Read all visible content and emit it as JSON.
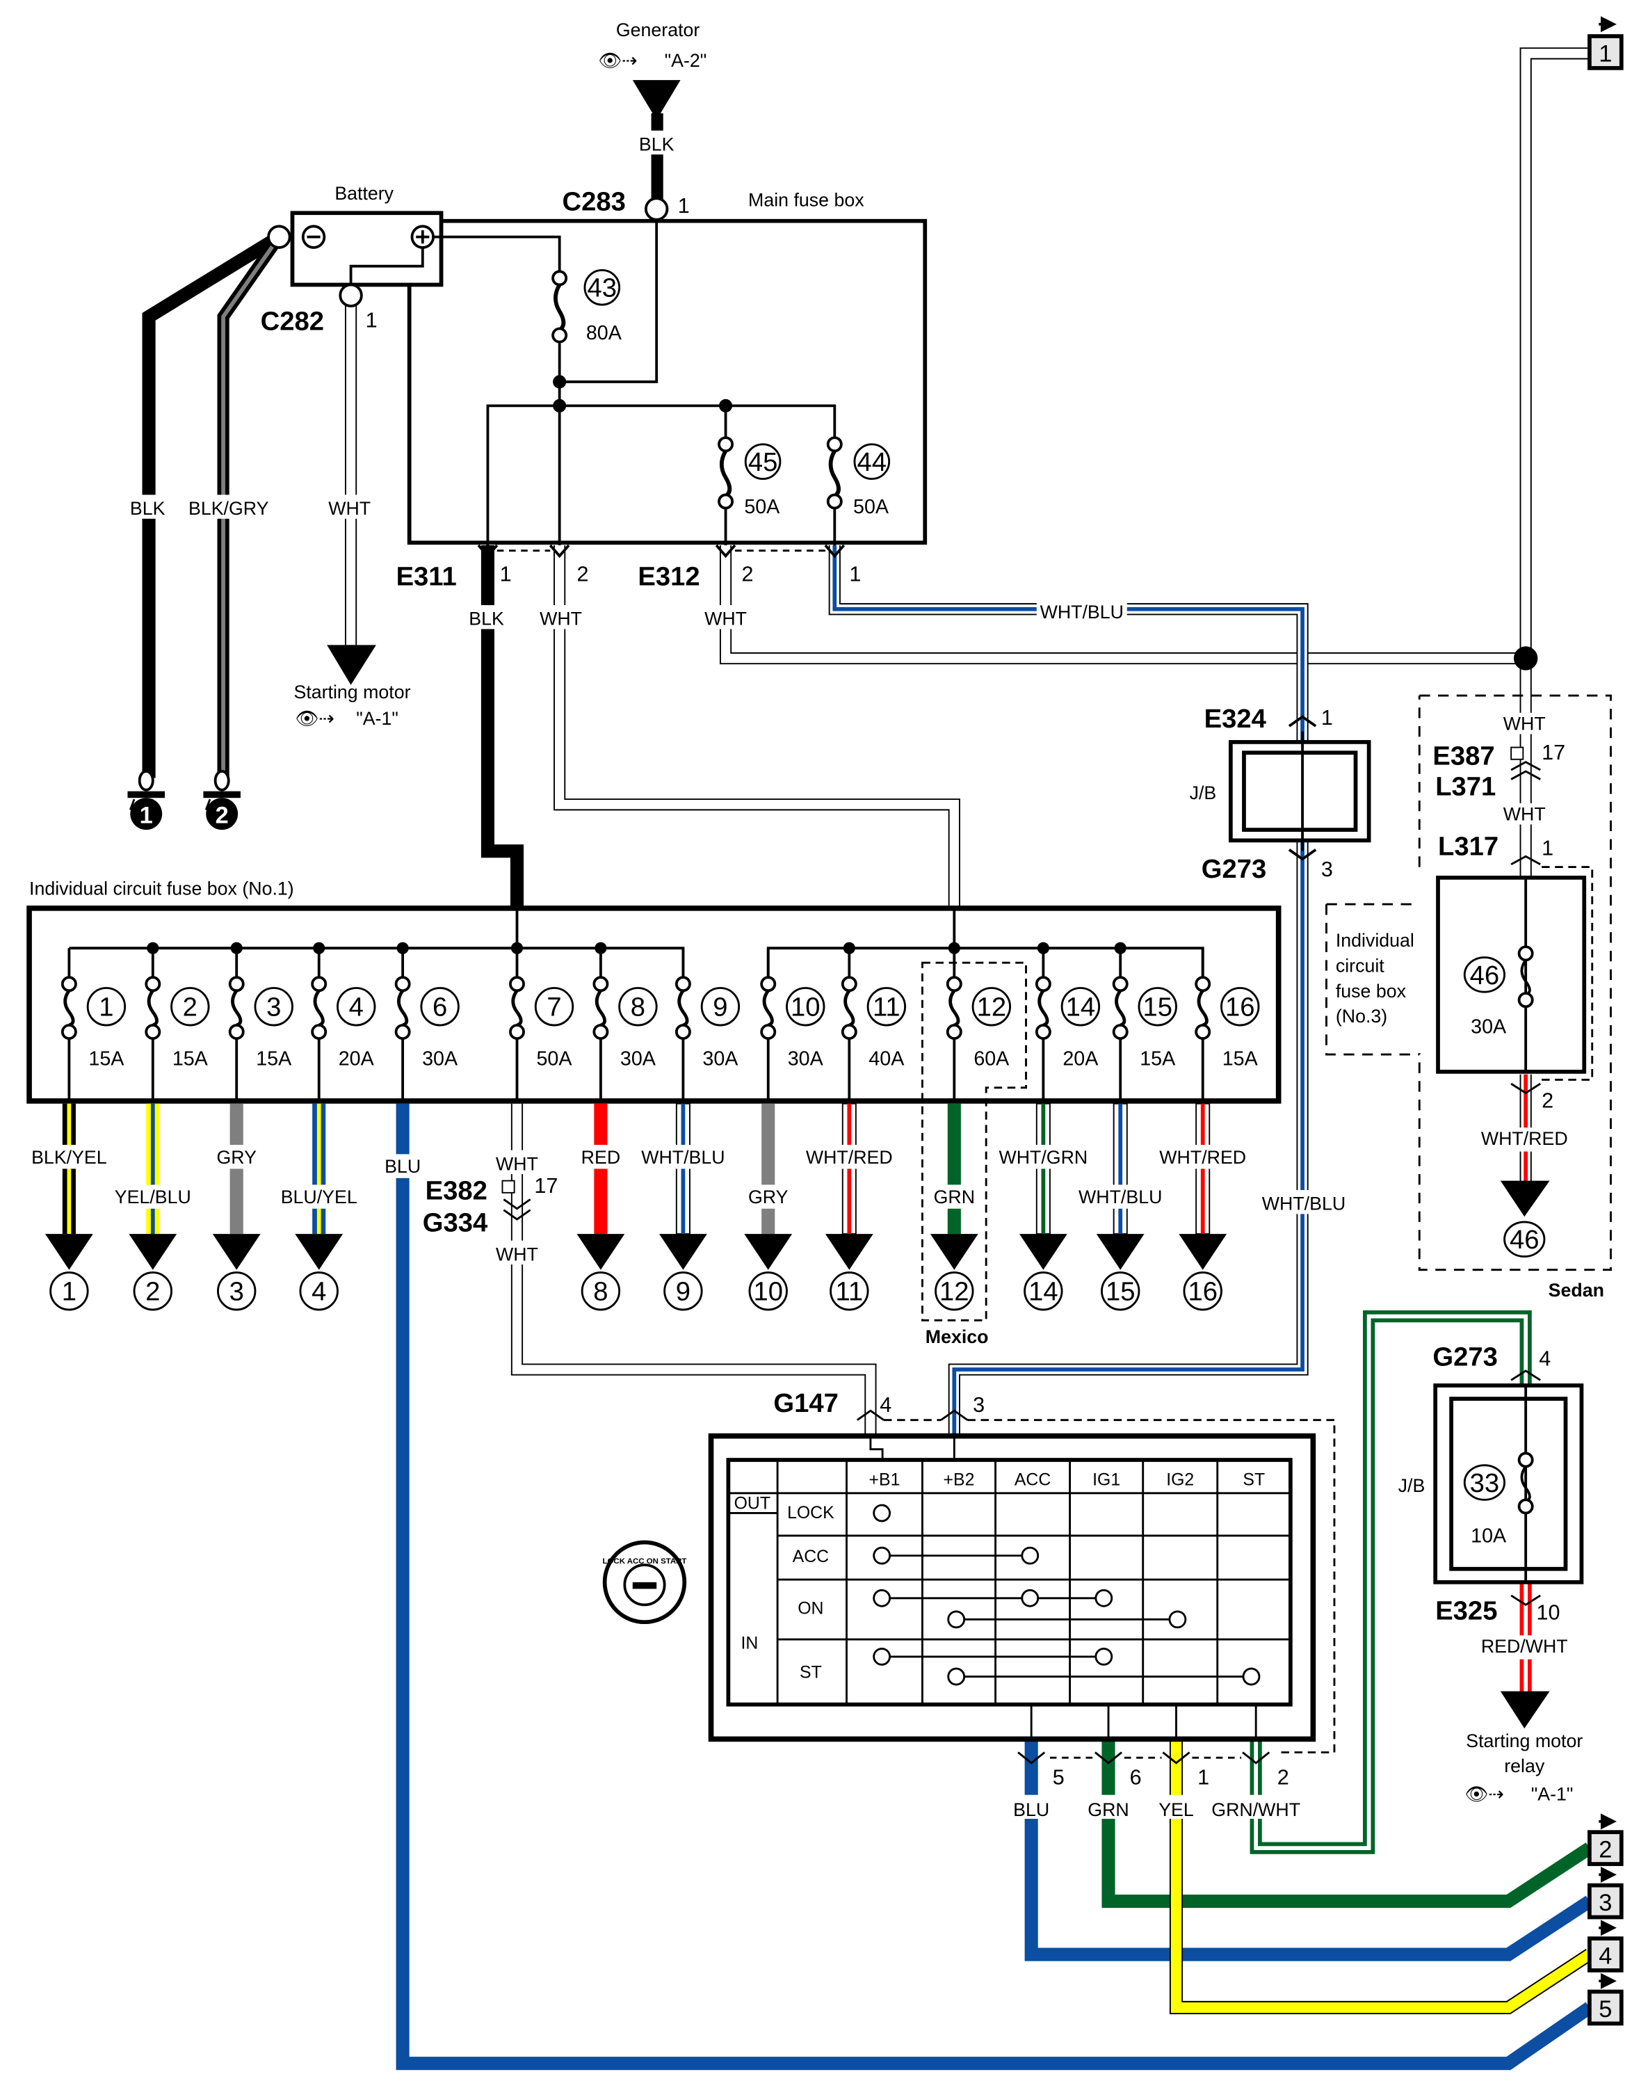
{
  "colors": {
    "BLK": "#000000",
    "WHT": "#ffffff",
    "BLU": "#0b4ea2",
    "YEL": "#ffff00",
    "GRN": "#006428",
    "RED": "#ff0000",
    "GRY": "#7f7f7f"
  },
  "top": {
    "generator": {
      "label": "Generator",
      "ref": "\"A-2\"",
      "wire": "BLK"
    },
    "battery": {
      "label": "Battery"
    },
    "c283": {
      "name": "C283",
      "pin": "1"
    },
    "c282": {
      "name": "C282",
      "pin": "1"
    },
    "main_fuse_box": {
      "label": "Main fuse box"
    },
    "fuse43": {
      "num": "43",
      "amp": "80A"
    },
    "fuse45": {
      "num": "45",
      "amp": "50A"
    },
    "fuse44": {
      "num": "44",
      "amp": "50A"
    }
  },
  "left": {
    "wire_blk": "BLK",
    "wire_blkgry": "BLK/GRY",
    "wire_wht": "WHT",
    "ground1": "1",
    "ground2": "2",
    "starting_motor": {
      "label": "Starting motor",
      "ref": "\"A-1\""
    }
  },
  "connectors": {
    "e311": {
      "name": "E311",
      "pin1": "1",
      "pin2": "2",
      "wire1": "BLK",
      "wire2": "WHT"
    },
    "e312": {
      "name": "E312",
      "pin2": "2",
      "pin1": "1",
      "wire2": "WHT",
      "wire1": "WHT/BLU"
    },
    "e324": {
      "name": "E324",
      "pin": "1"
    },
    "g273a": {
      "name": "G273",
      "pin": "3"
    },
    "jb1": "J/B",
    "e382": {
      "name": "E382",
      "pin": "17",
      "wire_top": "WHT",
      "wire_bottom": "WHT"
    },
    "g334": {
      "name": "G334"
    },
    "g147": {
      "name": "G147",
      "pin4": "4",
      "pin3": "3"
    },
    "whtblu_right": "WHT/BLU"
  },
  "fuse_box1": {
    "label": "Individual circuit fuse box (No.1)",
    "fuses": [
      {
        "num": "1",
        "amp": "15A",
        "wire": "BLK/YEL",
        "out": "1"
      },
      {
        "num": "2",
        "amp": "15A",
        "wire": "YEL/BLU",
        "out": "2"
      },
      {
        "num": "3",
        "amp": "15A",
        "wire": "GRY",
        "out": "3"
      },
      {
        "num": "4",
        "amp": "20A",
        "wire": "BLU/YEL",
        "out": "4"
      },
      {
        "num": "6",
        "amp": "30A",
        "wire": "BLU",
        "out": ""
      },
      {
        "num": "7",
        "amp": "50A",
        "wire": "WHT",
        "out": ""
      },
      {
        "num": "8",
        "amp": "30A",
        "wire": "RED",
        "out": "8"
      },
      {
        "num": "9",
        "amp": "30A",
        "wire": "WHT/BLU",
        "out": "9"
      },
      {
        "num": "10",
        "amp": "30A",
        "wire": "GRY",
        "out": "10"
      },
      {
        "num": "11",
        "amp": "40A",
        "wire": "WHT/RED",
        "out": "11"
      },
      {
        "num": "12",
        "amp": "60A",
        "wire": "GRN",
        "out": "12"
      },
      {
        "num": "14",
        "amp": "20A",
        "wire": "WHT/GRN",
        "out": "14"
      },
      {
        "num": "15",
        "amp": "15A",
        "wire": "WHT/BLU",
        "out": "15"
      },
      {
        "num": "16",
        "amp": "15A",
        "wire": "WHT/RED",
        "out": "16"
      }
    ],
    "mexico_label": "Mexico"
  },
  "sedan": {
    "label": "Sedan",
    "wire_top": "WHT",
    "e387": {
      "name": "E387",
      "pin": "17"
    },
    "l371": {
      "name": "L371"
    },
    "wire_mid": "WHT",
    "l317": {
      "name": "L317",
      "pin1": "1",
      "pin2": "2"
    },
    "fuse_box3_label": [
      "Individual",
      "circuit",
      "fuse box",
      "(No.3)"
    ],
    "fuse46": {
      "num": "46",
      "amp": "30A"
    },
    "wire_out": "WHT/RED",
    "out": "46"
  },
  "jb2": {
    "label": "J/B",
    "g273": {
      "name": "G273",
      "pin": "4"
    },
    "fuse33": {
      "num": "33",
      "amp": "10A"
    },
    "e325": {
      "name": "E325",
      "pin": "10"
    },
    "wire_out": "RED/WHT",
    "dest": {
      "line1": "Starting motor",
      "line2": "relay",
      "ref": "\"A-1\""
    }
  },
  "ignition_switch": {
    "columns": [
      "+B1",
      "+B2",
      "ACC",
      "IG1",
      "IG2",
      "ST"
    ],
    "out_label": "OUT",
    "in_label": "IN",
    "rows": [
      "LOCK",
      "ACC",
      "ON",
      "ST"
    ],
    "key_positions": "LOCK ACC ON START",
    "bottom_pins": [
      {
        "pin": "5",
        "wire": "BLU"
      },
      {
        "pin": "6",
        "wire": "GRN"
      },
      {
        "pin": "1",
        "wire": "YEL"
      },
      {
        "pin": "2",
        "wire": "GRN/WHT"
      }
    ]
  },
  "offpage": [
    "1",
    "2",
    "3",
    "4",
    "5"
  ]
}
